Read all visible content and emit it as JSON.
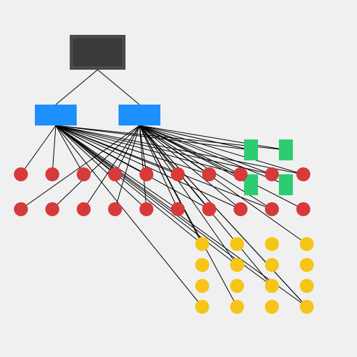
{
  "diagram": {
    "background": "#f0f0f0",
    "colors": {
      "root_fill": "#3a3a3a",
      "root_border": "#4a4a4a",
      "hub": "#1e8fff",
      "green": "#2ecc71",
      "red": "#d63a3a",
      "yellow": "#f5c518",
      "edge": "#000000"
    },
    "nodes": {
      "root": {
        "kind": "root"
      },
      "hubs": [
        "hub-left",
        "hub-right"
      ],
      "red_rows": 2,
      "red_cols": 10,
      "yellow_rows": 4,
      "yellow_cols": 4,
      "green_count": 4
    }
  }
}
